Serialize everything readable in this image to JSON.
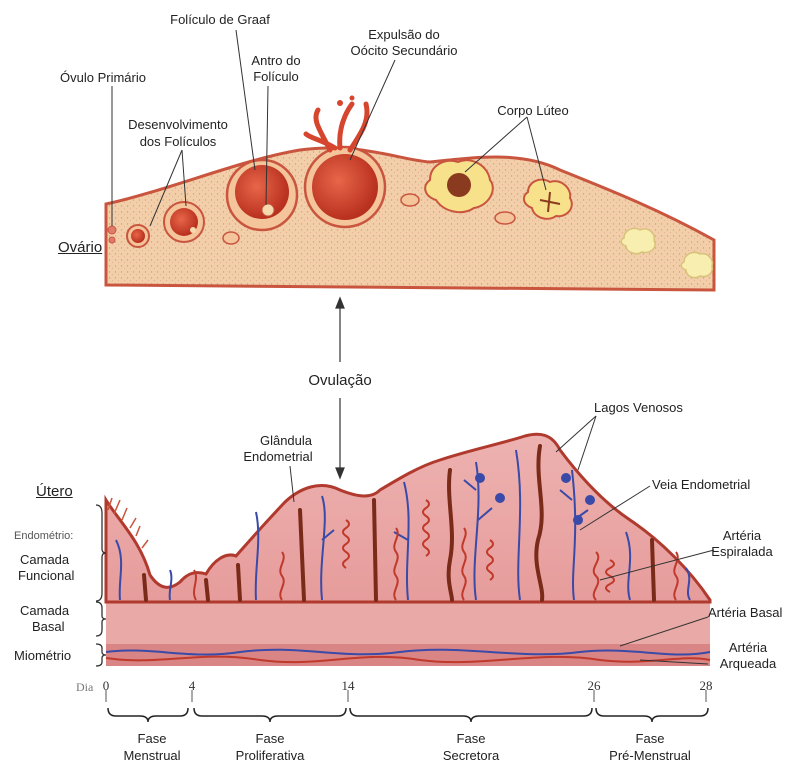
{
  "ovary": {
    "label": "Ovário",
    "labels": {
      "primary_ovum": "Óvulo Primário",
      "follicle_development": [
        "Desenvolvimento",
        "dos Folículos"
      ],
      "graaf_follicle": "Folículo de Graaf",
      "follicle_antrum": [
        "Antro do",
        "Folículo"
      ],
      "oocyte_expulsion": [
        "Expulsão do",
        "Oócito Secundário"
      ],
      "corpus_luteum": "Corpo Lúteo"
    }
  },
  "ovulation": "Ovulação",
  "uterus": {
    "label": "Útero",
    "endometrium": "Endométrio:",
    "functional_layer": [
      "Camada",
      "Funcional"
    ],
    "basal_layer": [
      "Camada",
      "Basal"
    ],
    "myometrium": "Miométrio",
    "endometrial_gland": [
      "Glândula",
      "Endometrial"
    ],
    "venous_lakes": "Lagos Venosos",
    "endometrial_vein": "Veia Endometrial",
    "spiral_artery": [
      "Artéria",
      "Espiralada"
    ],
    "basal_artery": "Artéria Basal",
    "arcuate_artery": [
      "Artéria",
      "Arqueada"
    ]
  },
  "timeline": {
    "day_label": "Dia",
    "ticks": [
      "0",
      "4",
      "14",
      "26",
      "28"
    ],
    "phases": [
      {
        "line1": "Fase",
        "line2": "Menstrual"
      },
      {
        "line1": "Fase",
        "line2": "Proliferativa"
      },
      {
        "line1": "Fase",
        "line2": "Secretora"
      },
      {
        "line1": "Fase",
        "line2": "Pré-Menstrual"
      }
    ]
  },
  "colors": {
    "tissue": "#f2cfa9",
    "tissue_edge": "#c9553f",
    "follicle": "#d6452e",
    "endometrium": "#e8a0a0",
    "myometrium": "#d98585",
    "vein": "#3a4aa8",
    "artery": "#c0392b"
  }
}
